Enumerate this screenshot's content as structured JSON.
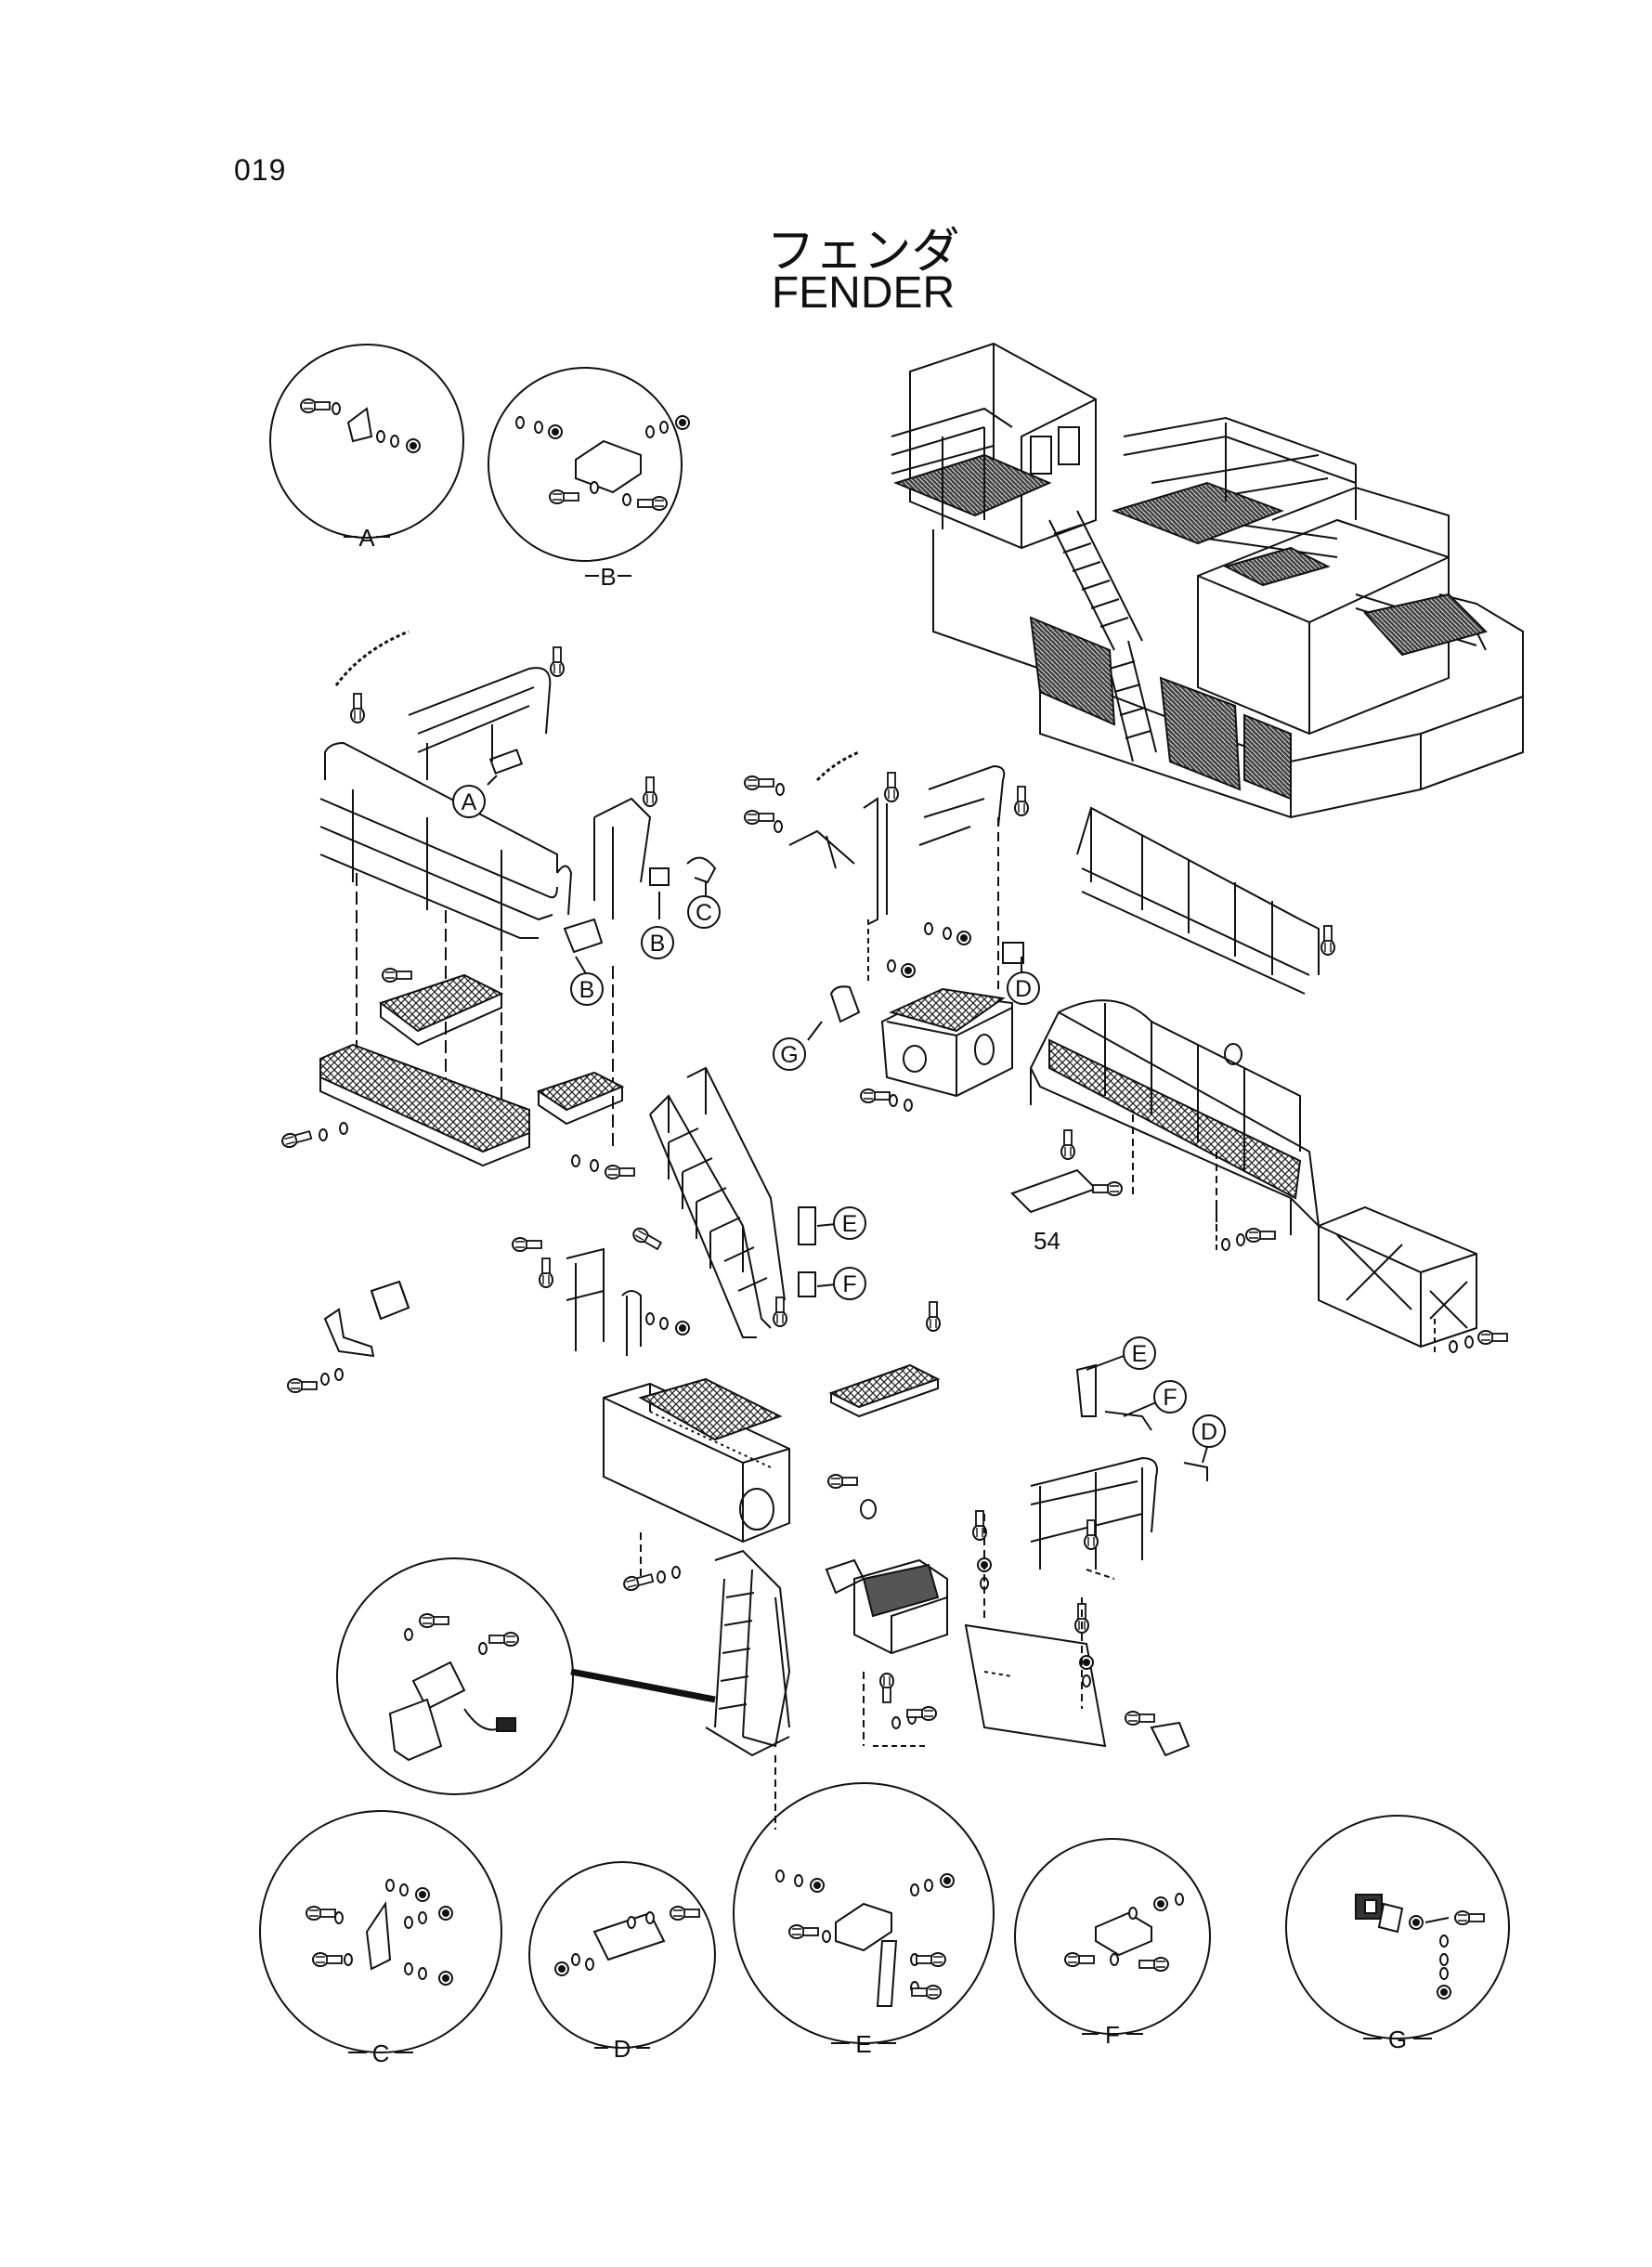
{
  "page": {
    "number": "019",
    "title_jp": "フェンダ",
    "title_en": "FENDER"
  },
  "callouts": [
    {
      "id": "A"
    },
    {
      "id": "B"
    },
    {
      "id": "B"
    },
    {
      "id": "C"
    },
    {
      "id": "D"
    },
    {
      "id": "E"
    },
    {
      "id": "F"
    },
    {
      "id": "G"
    },
    {
      "id": "E"
    },
    {
      "id": "F"
    },
    {
      "id": "D"
    }
  ],
  "detail_circles": [
    {
      "label": "A"
    },
    {
      "label": "B"
    },
    {
      "label": "C"
    },
    {
      "label": "D"
    },
    {
      "label": "E"
    },
    {
      "label": "F"
    },
    {
      "label": "G"
    }
  ],
  "part_numbers": [
    {
      "label": "54"
    }
  ],
  "colors": {
    "ink": "#111111",
    "paper": "#ffffff"
  }
}
